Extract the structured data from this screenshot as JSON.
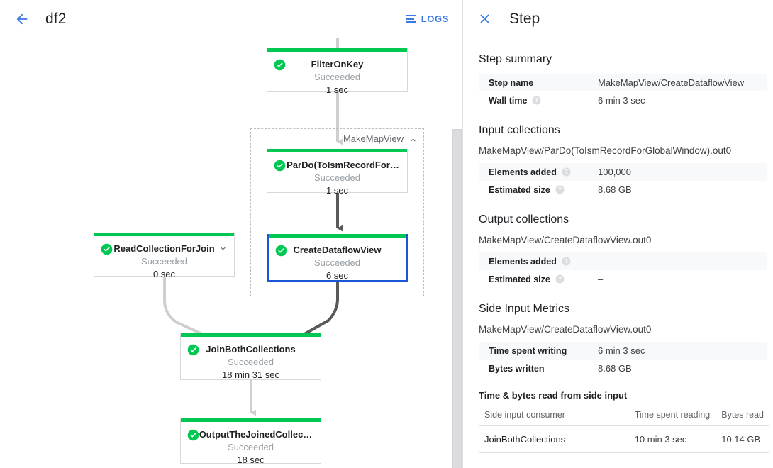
{
  "topbar": {
    "back_icon": "arrow-left-icon",
    "job_name": "df2",
    "logs_label": "LOGS",
    "logs_icon": "list-icon"
  },
  "colors": {
    "accent_blue": "#3b78e7",
    "selected_border": "#1a56d6",
    "status_green": "#00c853",
    "edge_gray": "#cfcfcf",
    "edge_dark": "#595959"
  },
  "graph": {
    "group": {
      "label": "MakeMapView",
      "collapse_icon": "chevron-up-icon"
    },
    "nodes": [
      {
        "id": "filter-on-key",
        "name": "FilterOnKey",
        "status": "Succeeded",
        "time": "1 sec",
        "status_icon": "check-circle-icon",
        "selected": false,
        "has_chevron": false
      },
      {
        "id": "pardo-toismrecord",
        "name": "ParDo(ToIsmRecordFor…",
        "status": "Succeeded",
        "time": "1 sec",
        "status_icon": "check-circle-icon",
        "selected": false,
        "has_chevron": false
      },
      {
        "id": "create-dataflow-view",
        "name": "CreateDataflowView",
        "status": "Succeeded",
        "time": "6 sec",
        "status_icon": "check-circle-icon",
        "selected": true,
        "has_chevron": false
      },
      {
        "id": "read-collection-for-join",
        "name": "ReadCollectionForJoin",
        "status": "Succeeded",
        "time": "0 sec",
        "status_icon": "check-circle-icon",
        "selected": false,
        "has_chevron": true,
        "chevron_icon": "chevron-down-icon"
      },
      {
        "id": "join-both-collections",
        "name": "JoinBothCollections",
        "status": "Succeeded",
        "time": "18 min 31 sec",
        "status_icon": "check-circle-icon",
        "selected": false,
        "has_chevron": false
      },
      {
        "id": "output-the-joined-collection",
        "name": "OutputTheJoinedCollec…",
        "status": "Succeeded",
        "time": "18 sec",
        "status_icon": "check-circle-icon",
        "selected": false,
        "has_chevron": false
      }
    ]
  },
  "side_panel": {
    "close_icon": "close-icon",
    "title": "Step",
    "step_summary": {
      "heading": "Step summary",
      "rows": [
        {
          "key": "Step name",
          "value": "MakeMapView/CreateDataflowView",
          "help": false
        },
        {
          "key": "Wall time",
          "value": "6 min 3 sec",
          "help": true
        }
      ]
    },
    "input_collections": {
      "heading": "Input collections",
      "collection_name": "MakeMapView/ParDo(ToIsmRecordForGlobalWindow).out0",
      "rows": [
        {
          "key": "Elements added",
          "value": "100,000",
          "help": true
        },
        {
          "key": "Estimated size",
          "value": "8.68 GB",
          "help": true
        }
      ]
    },
    "output_collections": {
      "heading": "Output collections",
      "collection_name": "MakeMapView/CreateDataflowView.out0",
      "rows": [
        {
          "key": "Elements added",
          "value": "–",
          "help": true
        },
        {
          "key": "Estimated size",
          "value": "–",
          "help": true
        }
      ]
    },
    "side_input_metrics": {
      "heading": "Side Input Metrics",
      "collection_name": "MakeMapView/CreateDataflowView.out0",
      "rows": [
        {
          "key": "Time spent writing",
          "value": "6 min 3 sec",
          "help": false
        },
        {
          "key": "Bytes written",
          "value": "8.68 GB",
          "help": false
        }
      ],
      "sub_heading": "Time & bytes read from side input",
      "table": {
        "columns": [
          "Side input consumer",
          "Time spent reading",
          "Bytes read"
        ],
        "rows": [
          [
            "JoinBothCollections",
            "10 min 3 sec",
            "10.14 GB"
          ]
        ]
      }
    }
  }
}
